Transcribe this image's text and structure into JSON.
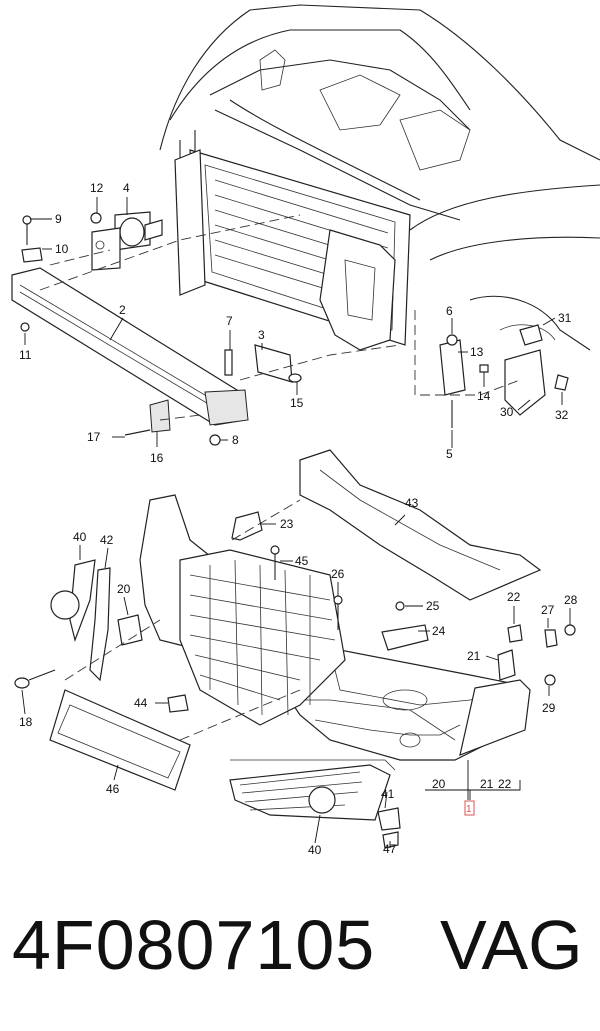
{
  "labels": {
    "l1": "1",
    "l2": "2",
    "l3": "3",
    "l4": "4",
    "l5": "5",
    "l6": "6",
    "l7": "7",
    "l8": "8",
    "l9": "9",
    "l10": "10",
    "l11": "11",
    "l12": "12",
    "l13": "13",
    "l14": "14",
    "l15": "15",
    "l16": "16",
    "l17": "17",
    "l18": "18",
    "l20a": "20",
    "l20b": "20",
    "l21a": "21",
    "l21b": "21",
    "l22a": "22",
    "l22b": "22",
    "l23": "23",
    "l24": "24",
    "l25": "25",
    "l26": "26",
    "l27": "27",
    "l28": "28",
    "l29": "29",
    "l30": "30",
    "l31": "31",
    "l32": "32",
    "l40a": "40",
    "l40b": "40",
    "l41": "41",
    "l42": "42",
    "l43": "43",
    "l44": "44",
    "l45": "45",
    "l46": "46",
    "l47": "47"
  },
  "footer": {
    "part_number": "4F0807105",
    "brand": "VAG"
  },
  "colors": {
    "line": "#222222",
    "callout_box": "#d9534f"
  }
}
